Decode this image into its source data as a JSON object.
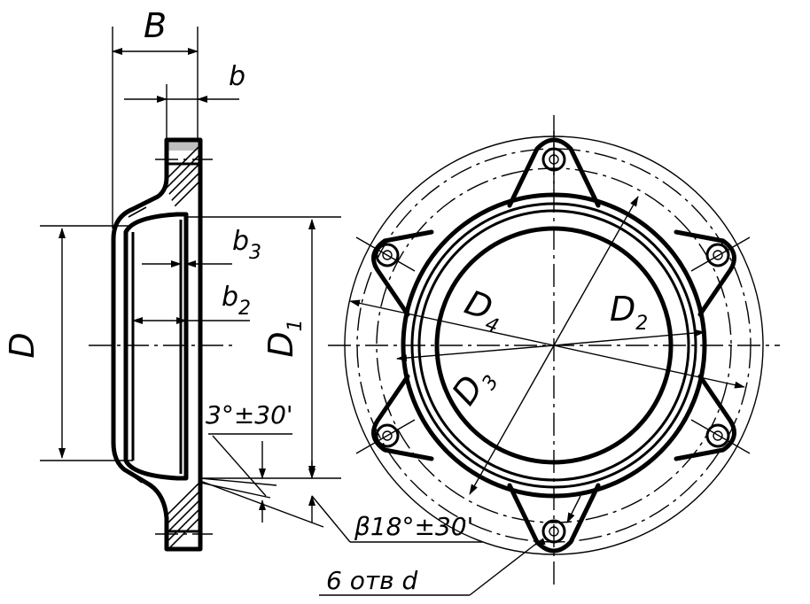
{
  "labels": {
    "B": "B",
    "b": "b",
    "b3": {
      "main": "b",
      "sub": "3"
    },
    "b2": {
      "main": "b",
      "sub": "2"
    },
    "D": "D",
    "D1": {
      "main": "D",
      "sub": "1"
    },
    "D2": {
      "main": "D",
      "sub": "2"
    },
    "D3": {
      "main": "D",
      "sub": "3"
    },
    "D4": {
      "main": "D",
      "sub": "4"
    },
    "angle_small": "3°±30'",
    "angle_large": "β18°±30'",
    "holes": "6 отв d"
  }
}
